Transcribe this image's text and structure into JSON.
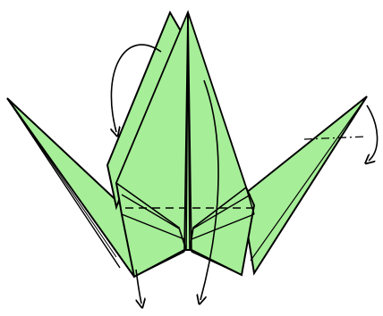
{
  "diagram": {
    "subject": "origami-crane-fold-step",
    "colors": {
      "paper": "#a6ee98",
      "paper_shadow": "#8fdc82",
      "outline": "#000000",
      "background": "#ffffff"
    },
    "icons": {
      "arrow_head_style": "open-chevron",
      "line_style_valley_fold": "dashed",
      "line_style_mountain_fold": "dash-dot"
    }
  }
}
